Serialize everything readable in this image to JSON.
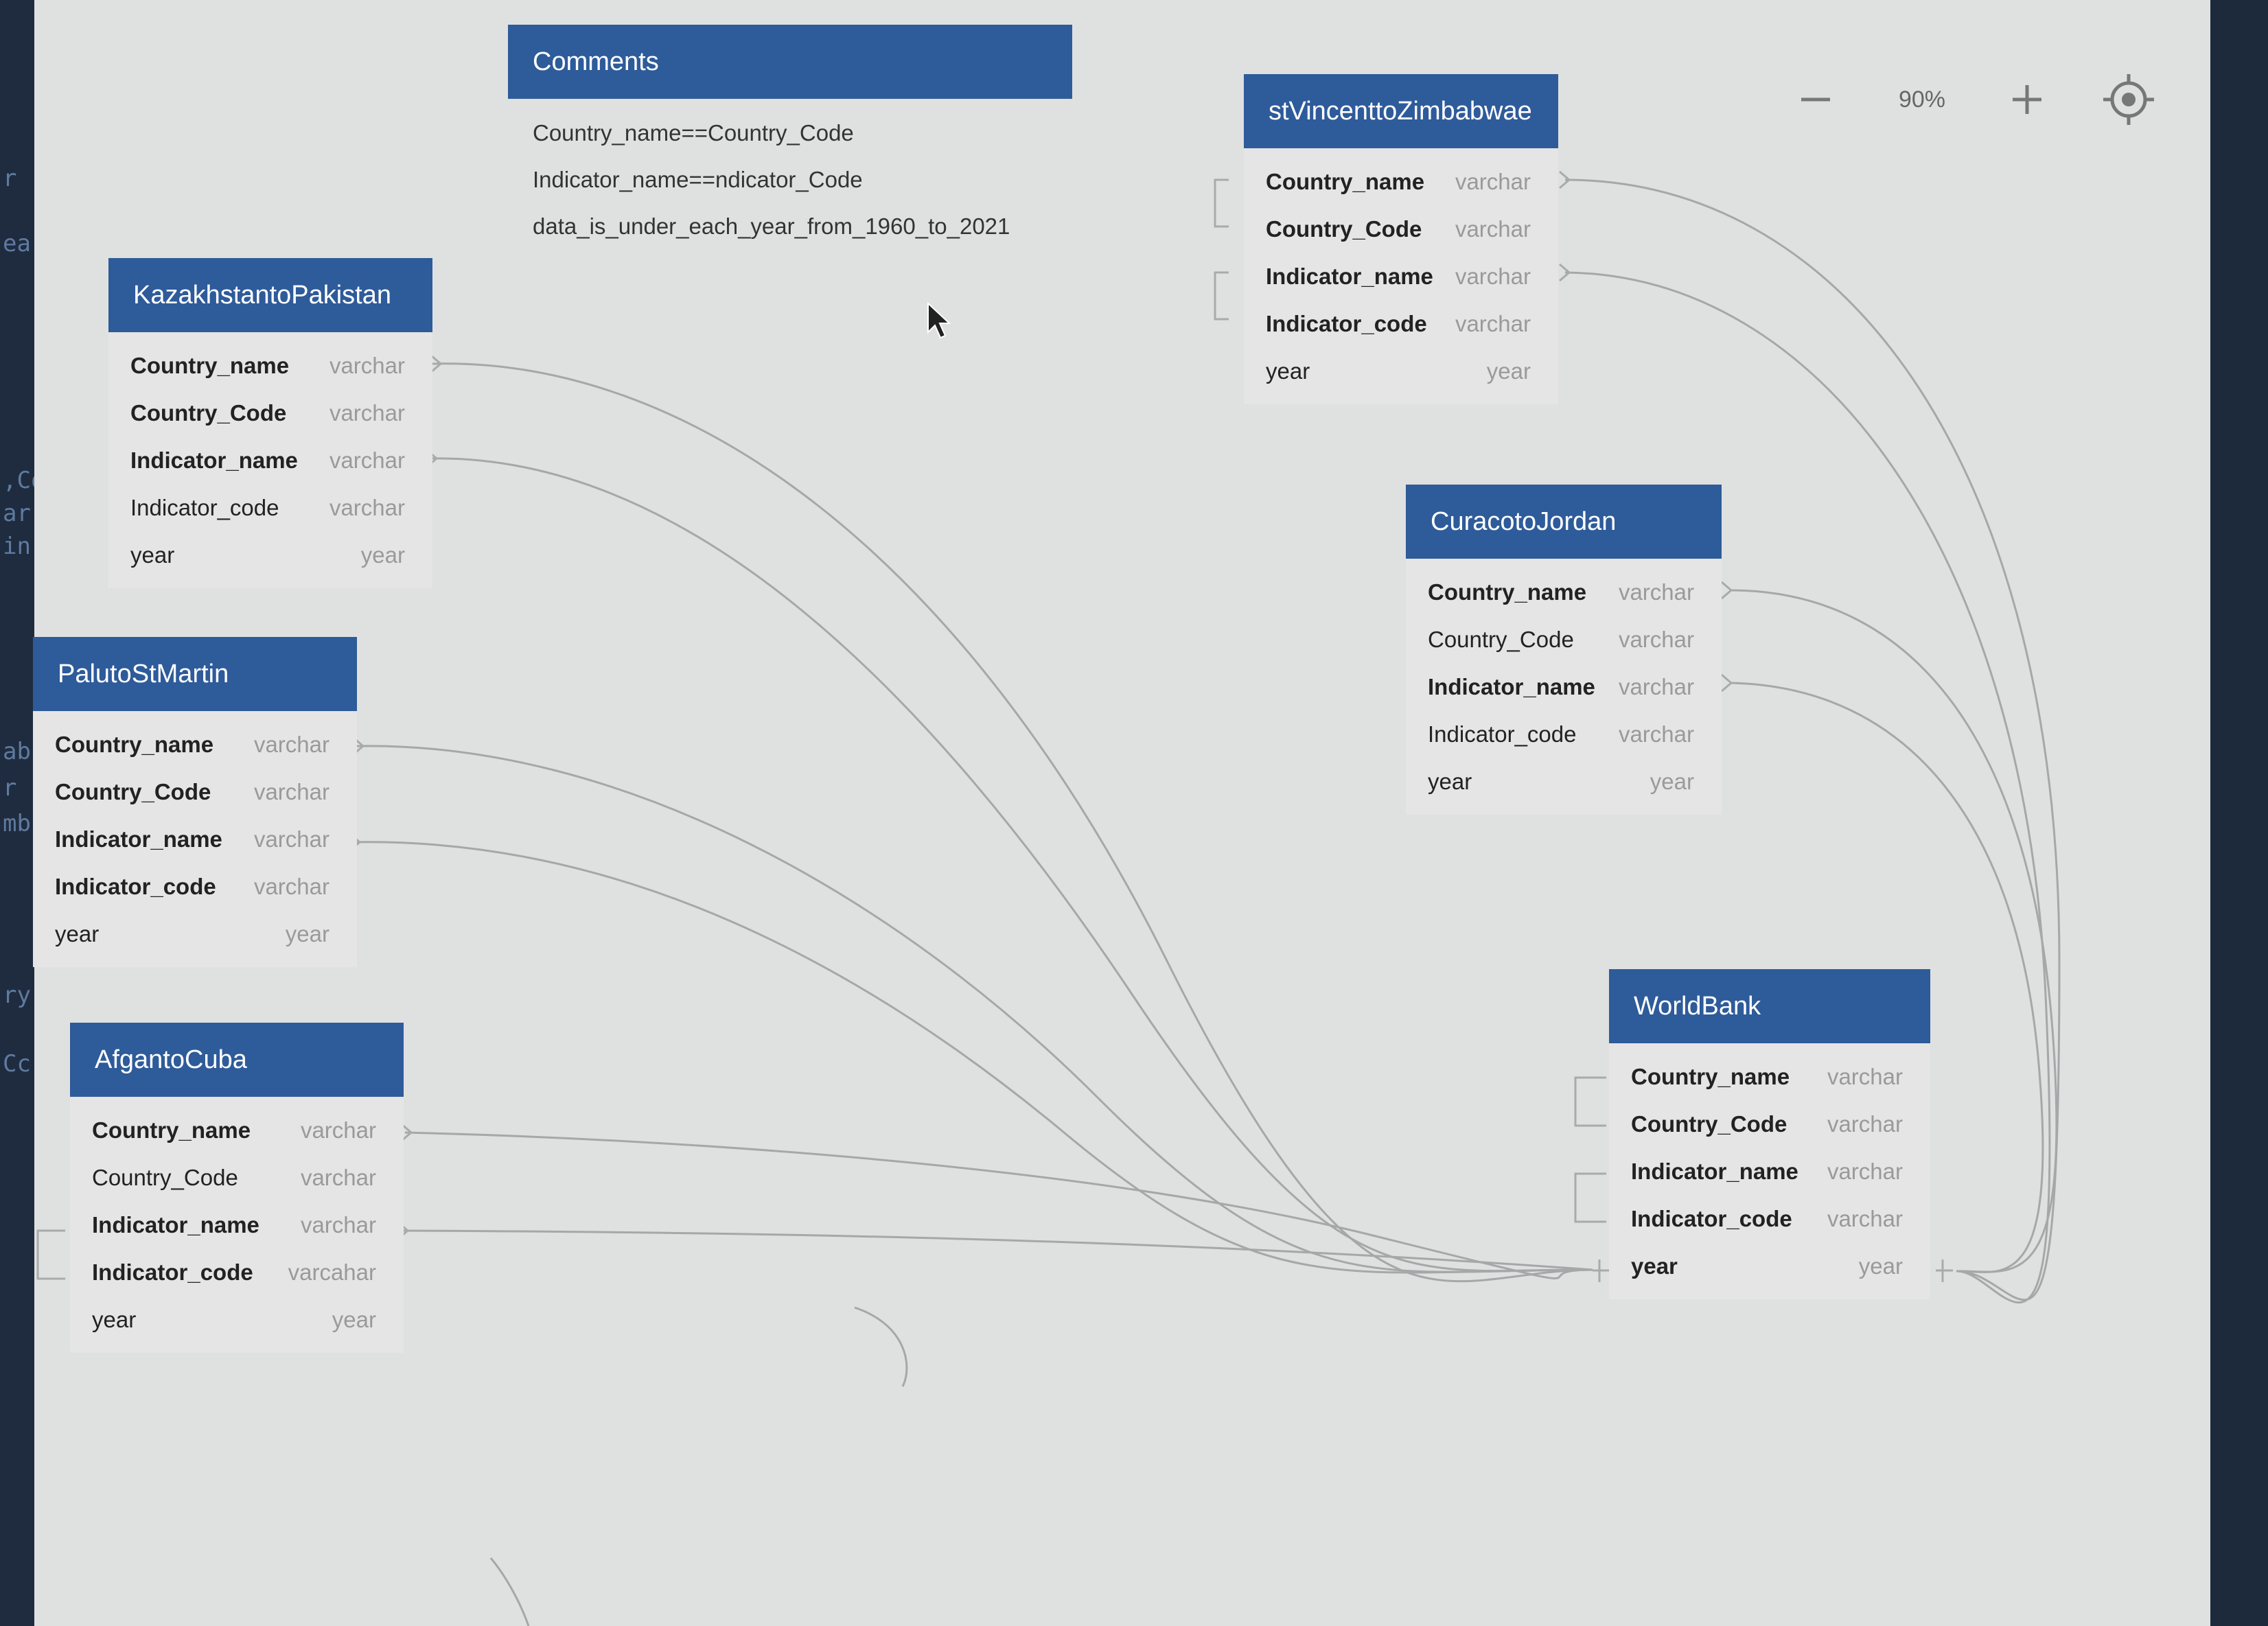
{
  "zoom": {
    "level": "90%",
    "zoom_out_icon": "minus-icon",
    "zoom_in_icon": "plus-icon",
    "recenter_icon": "target-icon"
  },
  "side_fragments": [
    "r",
    "ear",
    ",Co",
    "ar",
    "in",
    "ab",
    "r",
    "mb",
    "ry",
    "Cc"
  ],
  "comments": {
    "title": "Comments",
    "lines": [
      "Country_name==Country_Code",
      "Indicator_name==ndicator_Code",
      "data_is_under_each_year_from_1960_to_2021"
    ]
  },
  "tables": {
    "kazakhstan": {
      "title": "KazakhstantoPakistan",
      "fields": [
        {
          "name": "Country_name",
          "type": "varchar"
        },
        {
          "name": "Country_Code",
          "type": "varchar"
        },
        {
          "name": "Indicator_name",
          "type": "varchar"
        },
        {
          "name": "Indicator_code",
          "type": "varchar"
        },
        {
          "name": "year",
          "type": "year"
        }
      ]
    },
    "palu": {
      "title": "PalutoStMartin",
      "fields": [
        {
          "name": "Country_name",
          "type": "varchar"
        },
        {
          "name": "Country_Code",
          "type": "varchar"
        },
        {
          "name": "Indicator_name",
          "type": "varchar"
        },
        {
          "name": "Indicator_code",
          "type": "varchar"
        },
        {
          "name": "year",
          "type": "year"
        }
      ]
    },
    "afgan": {
      "title": "AfgantoCuba",
      "fields": [
        {
          "name": "Country_name",
          "type": "varchar"
        },
        {
          "name": "Country_Code",
          "type": "varchar"
        },
        {
          "name": "Indicator_name",
          "type": "varchar"
        },
        {
          "name": "Indicator_code",
          "type": "varcahar"
        },
        {
          "name": "year",
          "type": "year"
        }
      ]
    },
    "stvincent": {
      "title": "stVincenttoZimbabwae",
      "fields": [
        {
          "name": "Country_name",
          "type": "varchar"
        },
        {
          "name": "Country_Code",
          "type": "varchar"
        },
        {
          "name": "Indicator_name",
          "type": "varchar"
        },
        {
          "name": "Indicator_code",
          "type": "varchar"
        },
        {
          "name": "year",
          "type": "year"
        }
      ]
    },
    "curaco": {
      "title": "CuracotoJordan",
      "fields": [
        {
          "name": "Country_name",
          "type": "varchar"
        },
        {
          "name": "Country_Code",
          "type": "varchar"
        },
        {
          "name": "Indicator_name",
          "type": "varchar"
        },
        {
          "name": "Indicator_code",
          "type": "varchar"
        },
        {
          "name": "year",
          "type": "year"
        }
      ]
    },
    "worldbank": {
      "title": "WorldBank",
      "fields": [
        {
          "name": "Country_name",
          "type": "varchar"
        },
        {
          "name": "Country_Code",
          "type": "varchar"
        },
        {
          "name": "Indicator_name",
          "type": "varchar"
        },
        {
          "name": "Indicator_code",
          "type": "varchar"
        },
        {
          "name": "year",
          "type": "year"
        }
      ]
    }
  }
}
